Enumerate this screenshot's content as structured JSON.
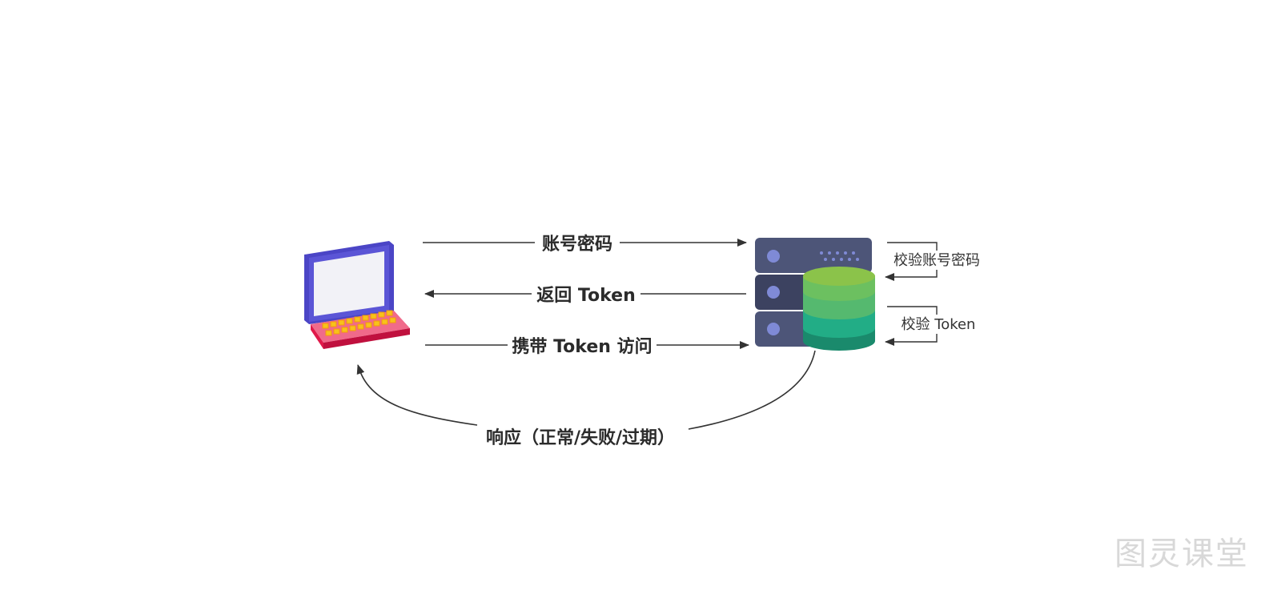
{
  "flow": {
    "request_credentials": "账号密码",
    "return_token": "返回 Token",
    "access_with_token": "携带 Token 访问",
    "response": "响应（正常/失败/过期）"
  },
  "server_side": {
    "verify_credentials": "校验账号密码",
    "verify_token": "校验 Token"
  },
  "nodes": {
    "client_icon": "laptop-icon",
    "server_icon": "server-icon",
    "database_icon": "database-icon"
  },
  "watermark": "图灵课堂",
  "colors": {
    "laptop_frame": "#5b55d6",
    "laptop_screen": "#8d86e0",
    "laptop_base": "#e0194a",
    "laptop_keys": "#f7c21b",
    "server_body": "#4d5578",
    "server_dark": "#3c4260",
    "server_dot": "#7f8ad6",
    "db_top": "#8bc34a",
    "db_mid": "#3cb371",
    "db_bottom": "#1f9e7a",
    "arrow": "#333333"
  }
}
